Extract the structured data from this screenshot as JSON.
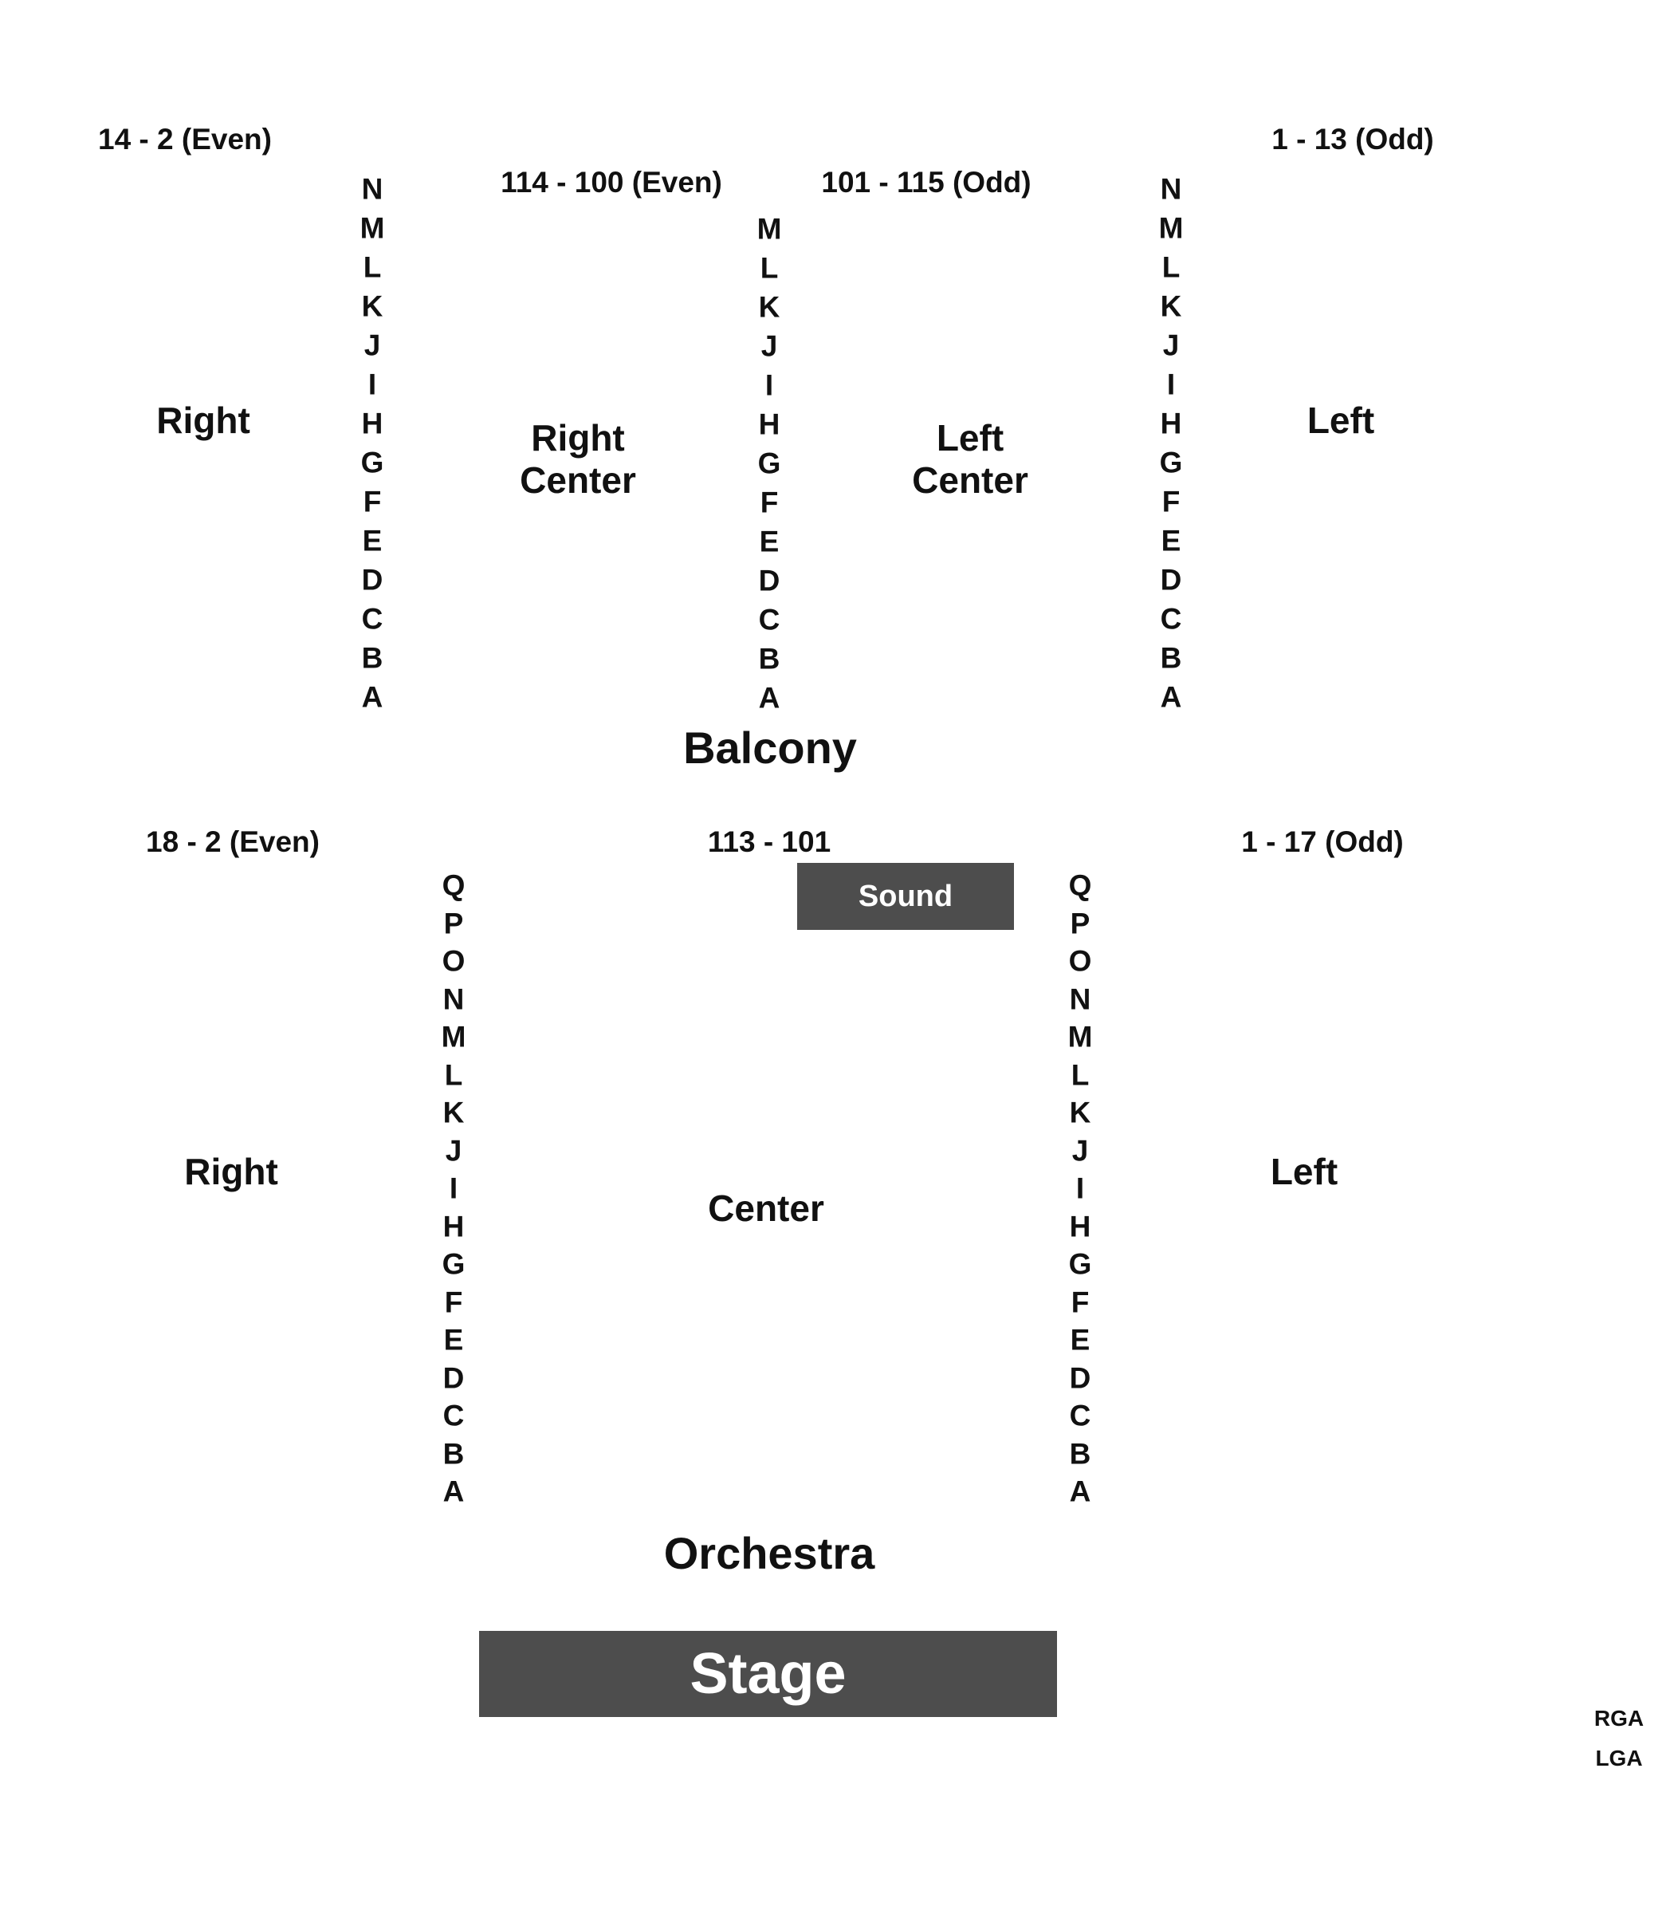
{
  "balcony": {
    "label": "Balcony",
    "ranges": {
      "right": "14 - 2 (Even)",
      "right_center": "114 - 100 (Even)",
      "left_center": "101 - 115 (Odd)",
      "left": "1 - 13 (Odd)"
    },
    "sections": {
      "right": "Right",
      "right_center_line1": "Right",
      "right_center_line2": "Center",
      "left_center_line1": "Left",
      "left_center_line2": "Center",
      "left": "Left"
    },
    "rows_outer": [
      "N",
      "M",
      "L",
      "K",
      "J",
      "I",
      "H",
      "G",
      "F",
      "E",
      "D",
      "C",
      "B",
      "A"
    ],
    "rows_middle": [
      "M",
      "L",
      "K",
      "J",
      "I",
      "H",
      "G",
      "F",
      "E",
      "D",
      "C",
      "B",
      "A"
    ]
  },
  "orchestra": {
    "label": "Orchestra",
    "ranges": {
      "right": "18 - 2 (Even)",
      "center": "113 - 101",
      "left": "1 - 17 (Odd)"
    },
    "sections": {
      "right": "Right",
      "center": "Center",
      "left": "Left"
    },
    "rows": [
      "Q",
      "P",
      "O",
      "N",
      "M",
      "L",
      "K",
      "J",
      "I",
      "H",
      "G",
      "F",
      "E",
      "D",
      "C",
      "B",
      "A"
    ],
    "sound_label": "Sound"
  },
  "stage_label": "Stage",
  "accessible": {
    "rga": "RGA",
    "lga": "LGA"
  },
  "colors": {
    "text": "#111111",
    "box_fill": "#4d4d4d",
    "box_text": "#ffffff"
  }
}
